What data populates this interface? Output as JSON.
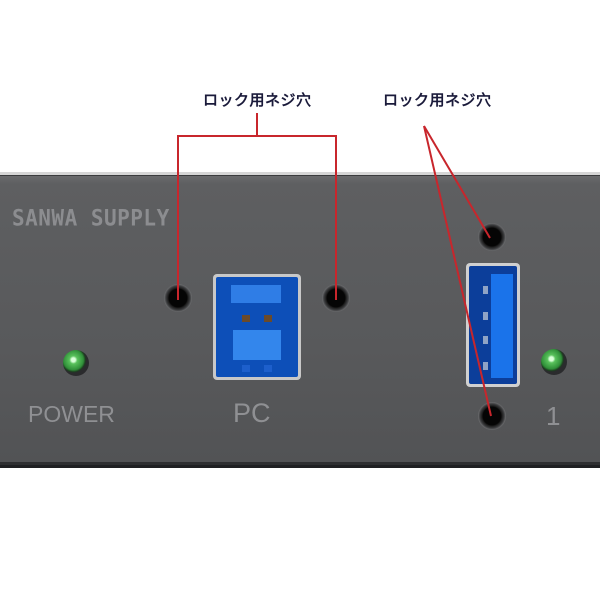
{
  "callouts": [
    {
      "label": "ロック用ネジ穴",
      "target": "lock-screw-holes-beside-pc-port"
    },
    {
      "label": "ロック用ネジ穴",
      "target": "lock-screw-holes-above-below-usb-port"
    }
  ],
  "device": {
    "brand": "SANWA SUPPLY",
    "labels": {
      "power": "POWER",
      "pc": "PC",
      "port1": "1"
    },
    "ports": [
      {
        "type": "usb-3.0-type-b",
        "label": "PC"
      },
      {
        "type": "usb-3.0-type-a",
        "label": "1"
      }
    ],
    "indicators": [
      {
        "name": "power-led",
        "color": "#4fbf55"
      },
      {
        "name": "port1-led",
        "color": "#4fbf55"
      }
    ]
  },
  "colors": {
    "callout_line": "#c8262c",
    "callout_text": "#1a1a3a",
    "body": "#5a5b5d",
    "usb_blue": "#1a73ea"
  }
}
